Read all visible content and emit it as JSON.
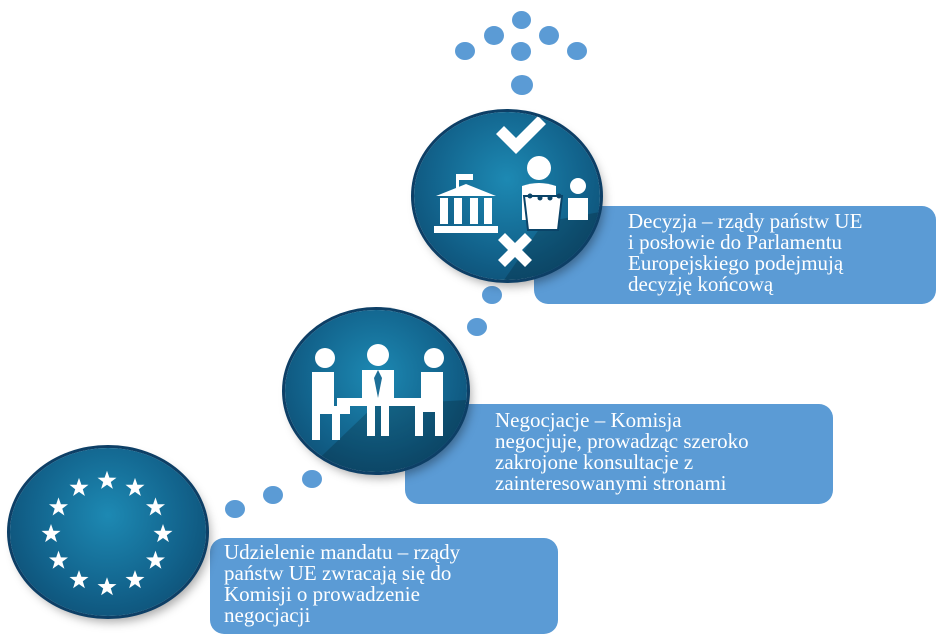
{
  "steps": [
    {
      "id": "mandate",
      "icon": "eu-stars-icon",
      "lines": [
        "Udzielenie mandatu – rządy",
        "państw UE zwracają się do",
        "Komisji  o prowadzenie",
        "negocjacji"
      ]
    },
    {
      "id": "negotiations",
      "icon": "meeting-table-icon",
      "lines": [
        "Negocjacje – Komisja",
        "negocjuje, prowadząc szeroko",
        "zakrojone konsultacje z",
        "zainteresowanymi  stronami"
      ]
    },
    {
      "id": "decision",
      "icon": "vote-decision-icon",
      "lines": [
        "Decyzja – rządy państw UE",
        "i posłowie do Parlamentu",
        "Europejskiego podejmują",
        "decyzję końcową"
      ]
    }
  ],
  "colors": {
    "accent": "#5b9bd5",
    "circle": "#12638c",
    "icon": "#ffffff"
  }
}
